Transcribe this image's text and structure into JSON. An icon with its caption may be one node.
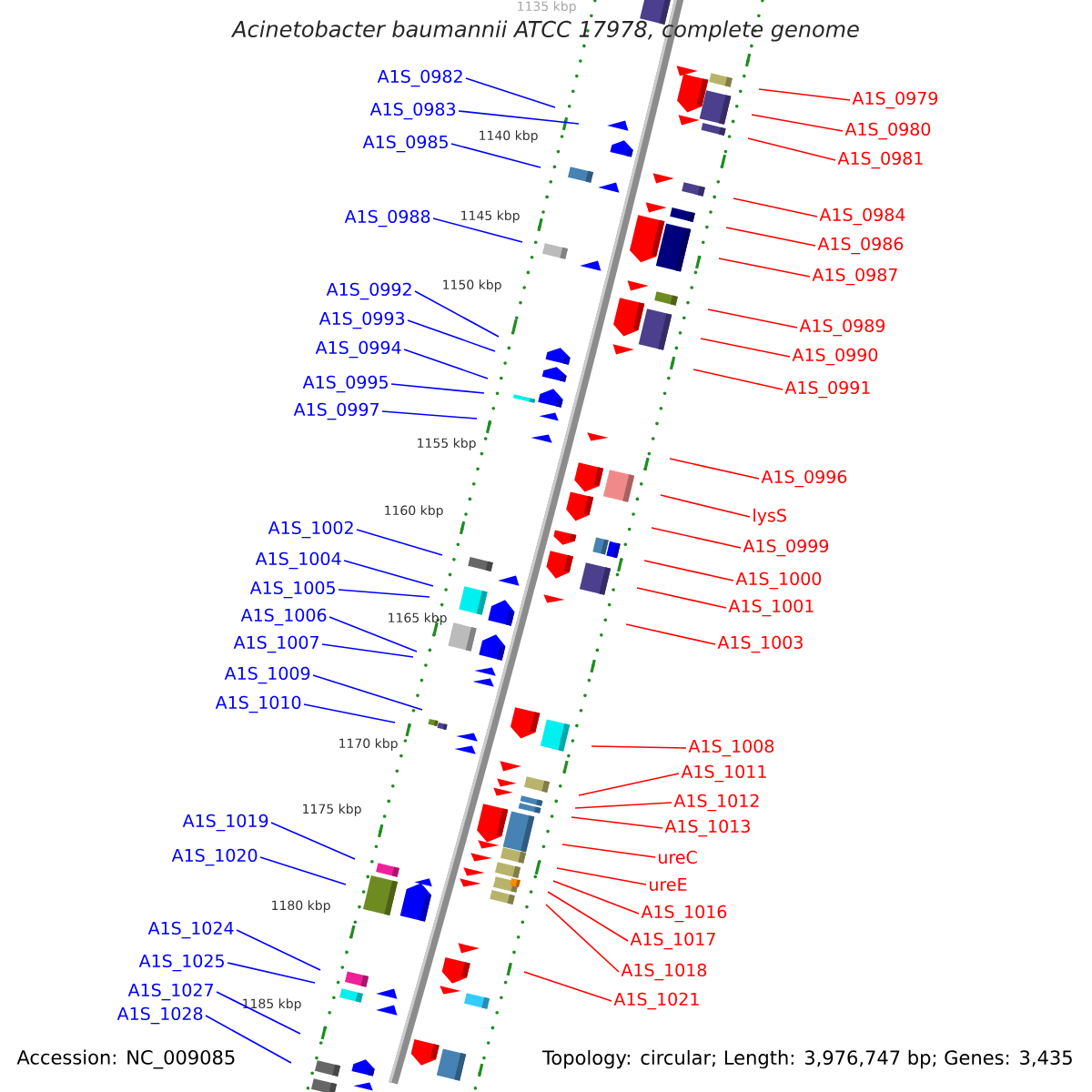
{
  "diagram": {
    "title": "Acinetobacter baumannii ATCC 17978, complete genome",
    "nodes": [
      {
        "text": [
          "A1S_0982"
        ]
      },
      {
        "text": [
          "A1S_0983"
        ]
      },
      {
        "text": [
          "A1S_0985"
        ]
      },
      {
        "text": [
          "A1S_0988"
        ]
      },
      {
        "text": [
          "A1S_0992"
        ]
      },
      {
        "text": [
          "A1S_0993"
        ]
      },
      {
        "text": [
          "A1S_0994"
        ]
      },
      {
        "text": [
          "A1S_0995"
        ]
      },
      {
        "text": [
          "A1S_0997"
        ]
      },
      {
        "text": [
          "A1S_1002"
        ]
      },
      {
        "text": [
          "A1S_1004"
        ]
      },
      {
        "text": [
          "A1S_1005"
        ]
      },
      {
        "text": [
          "A1S_1006"
        ]
      },
      {
        "text": [
          "A1S_1007"
        ]
      },
      {
        "text": [
          "A1S_1009"
        ]
      },
      {
        "text": [
          "A1S_1010"
        ]
      },
      {
        "text": [
          "A1S_1019"
        ]
      },
      {
        "text": [
          "A1S_1020"
        ]
      },
      {
        "text": [
          "A1S_1024"
        ]
      },
      {
        "text": [
          "A1S_1025"
        ]
      },
      {
        "text": [
          "A1S_1027"
        ]
      },
      {
        "text": [
          "A1S_1028"
        ]
      },
      {
        "text": [
          "A1S_0979"
        ]
      },
      {
        "text": [
          "A1S_0980"
        ]
      },
      {
        "text": [
          "A1S_0981"
        ]
      },
      {
        "text": [
          "A1S_0984"
        ]
      },
      {
        "text": [
          "A1S_0986"
        ]
      },
      {
        "text": [
          "A1S_0987"
        ]
      },
      {
        "text": [
          "A1S_0989"
        ]
      },
      {
        "text": [
          "A1S_0990"
        ]
      },
      {
        "text": [
          "A1S_0991"
        ]
      },
      {
        "text": [
          "A1S_0996"
        ]
      },
      {
        "text": [
          "lysS"
        ]
      },
      {
        "text": [
          "A1S_0999"
        ]
      },
      {
        "text": [
          "A1S_1000"
        ]
      },
      {
        "text": [
          "A1S_1001"
        ]
      },
      {
        "text": [
          "A1S_1003"
        ]
      },
      {
        "text": [
          "A1S_1008"
        ]
      },
      {
        "text": [
          "A1S_1011"
        ]
      },
      {
        "text": [
          "A1S_1012"
        ]
      },
      {
        "text": [
          "A1S_1013"
        ]
      },
      {
        "text": [
          "ureC"
        ]
      },
      {
        "text": [
          "ureE"
        ]
      },
      {
        "text": [
          "A1S_1016"
        ]
      },
      {
        "text": [
          "A1S_1017"
        ]
      },
      {
        "text": [
          "A1S_1018"
        ]
      },
      {
        "text": [
          "A1S_1021"
        ]
      }
    ],
    "edges": [
      {
        "from": 0,
        "to": null,
        "arrow": "none",
        "color": "#0000ff"
      },
      {
        "from": 1,
        "to": null,
        "arrow": "none",
        "color": "#0000ff"
      },
      {
        "from": 2,
        "to": null,
        "arrow": "none",
        "color": "#0000ff"
      },
      {
        "from": 3,
        "to": null,
        "arrow": "none",
        "color": "#0000ff"
      },
      {
        "from": 4,
        "to": null,
        "arrow": "none",
        "color": "#0000ff"
      },
      {
        "from": 5,
        "to": null,
        "arrow": "none",
        "color": "#0000ff"
      },
      {
        "from": 6,
        "to": null,
        "arrow": "none",
        "color": "#0000ff"
      },
      {
        "from": 7,
        "to": null,
        "arrow": "none",
        "color": "#0000ff"
      },
      {
        "from": 8,
        "to": null,
        "arrow": "none",
        "color": "#0000ff"
      },
      {
        "from": 9,
        "to": null,
        "arrow": "none",
        "color": "#0000ff"
      },
      {
        "from": 10,
        "to": null,
        "arrow": "none",
        "color": "#0000ff"
      },
      {
        "from": 11,
        "to": null,
        "arrow": "none",
        "color": "#0000ff"
      },
      {
        "from": 12,
        "to": null,
        "arrow": "none",
        "color": "#0000ff"
      },
      {
        "from": 13,
        "to": null,
        "arrow": "none",
        "color": "#0000ff"
      },
      {
        "from": 14,
        "to": null,
        "arrow": "none",
        "color": "#0000ff"
      },
      {
        "from": 15,
        "to": null,
        "arrow": "none",
        "color": "#0000ff"
      },
      {
        "from": 16,
        "to": null,
        "arrow": "none",
        "color": "#0000ff"
      },
      {
        "from": 17,
        "to": null,
        "arrow": "none",
        "color": "#0000ff"
      },
      {
        "from": 18,
        "to": null,
        "arrow": "none",
        "color": "#0000ff"
      },
      {
        "from": 19,
        "to": null,
        "arrow": "none",
        "color": "#0000ff"
      },
      {
        "from": 20,
        "to": null,
        "arrow": "none",
        "color": "#0000ff"
      },
      {
        "from": 21,
        "to": null,
        "arrow": "none",
        "color": "#0000ff"
      },
      {
        "from": 22,
        "to": null,
        "arrow": "none"
      },
      {
        "from": 23,
        "to": null,
        "arrow": "none"
      },
      {
        "from": 24,
        "to": null,
        "arrow": "none"
      },
      {
        "from": 25,
        "to": null,
        "arrow": "none"
      },
      {
        "from": 26,
        "to": null,
        "arrow": "none"
      },
      {
        "from": 27,
        "to": null,
        "arrow": "none"
      },
      {
        "from": 28,
        "to": null,
        "arrow": "none"
      },
      {
        "from": 29,
        "to": null,
        "arrow": "none"
      },
      {
        "from": 30,
        "to": null,
        "arrow": "none"
      },
      {
        "from": 31,
        "to": null,
        "arrow": "none"
      },
      {
        "from": 32,
        "to": null,
        "arrow": "none"
      },
      {
        "from": 33,
        "to": null,
        "arrow": "none"
      },
      {
        "from": 34,
        "to": null,
        "arrow": "none"
      },
      {
        "from": 35,
        "to": null,
        "arrow": "none"
      },
      {
        "from": 36,
        "to": null,
        "arrow": "none"
      },
      {
        "from": 37,
        "to": null,
        "arrow": "none"
      },
      {
        "from": 38,
        "to": null,
        "arrow": "none"
      },
      {
        "from": 39,
        "to": null,
        "arrow": "none"
      },
      {
        "from": 40,
        "to": null,
        "arrow": "none"
      },
      {
        "from": 41,
        "to": null,
        "arrow": "none"
      },
      {
        "from": 42,
        "to": null,
        "arrow": "none"
      },
      {
        "from": 43,
        "to": null,
        "arrow": "none"
      },
      {
        "from": 44,
        "to": null,
        "arrow": "none"
      },
      {
        "from": 45,
        "to": null,
        "arrow": "none"
      },
      {
        "from": 46,
        "to": null,
        "arrow": "none"
      }
    ],
    "labels": [
      "1135 kbp",
      "1140 kbp",
      "1145 kbp",
      "1150 kbp",
      "1155 kbp",
      "1160 kbp",
      "1165 kbp",
      "1170 kbp",
      "1175 kbp",
      "1180 kbp",
      "1185 kbp",
      "Accession: NC_009085",
      "Topology: circular; Length: 3,976,747 bp; Genes: 3,435"
    ]
  }
}
